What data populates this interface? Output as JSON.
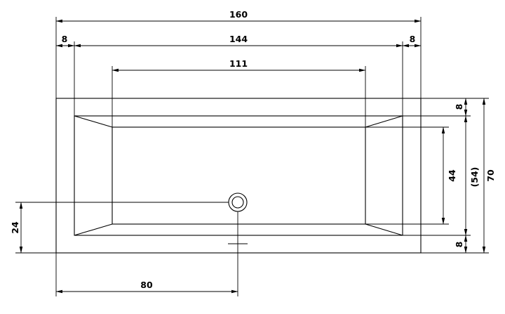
{
  "drawing": {
    "line_color": "#000000",
    "background": "#ffffff"
  },
  "dims": {
    "total_width": "160",
    "rim_left": "8",
    "inner_width": "144",
    "rim_right": "8",
    "floor_width": "111",
    "rim_top": "8",
    "floor_depth": "44",
    "inner_depth": "(54)",
    "rim_bottom": "8",
    "total_depth": "70",
    "drain_from_bottom": "24",
    "drain_from_left": "80"
  }
}
